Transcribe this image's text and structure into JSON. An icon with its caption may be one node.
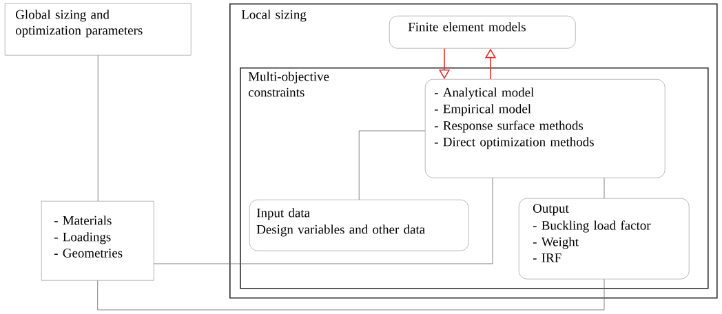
{
  "diagram": {
    "nodes": [
      {
        "text": [
          "Global sizing and optimization parameters"
        ]
      },
      {
        "text": [
          "Local sizing"
        ]
      },
      {
        "text": [
          "Finite element models"
        ],
        "in": 1
      },
      {
        "text": [
          "Multi-objective constraints"
        ],
        "in": 1
      },
      {
        "text": [
          "- Analytical model",
          "- Empirical model",
          "- Response surface methods",
          "- Direct optimization methods"
        ],
        "in": 3
      },
      {
        "text": [
          "Input data",
          "Design variables and other data"
        ],
        "in": 3
      },
      {
        "text": [
          "Output",
          "- Buckling load factor",
          "- Weight",
          "- IRF"
        ],
        "in": 3
      },
      {
        "text": [
          "- Materials",
          "- Loadings",
          "- Geometries"
        ]
      }
    ],
    "edges": [
      {
        "from": 0,
        "to": 7,
        "arrow": "none"
      },
      {
        "from": 2,
        "to": 4,
        "arrow": "to",
        "color": "#e03030"
      },
      {
        "from": 4,
        "to": 2,
        "arrow": "to",
        "color": "#e03030"
      },
      {
        "from": 4,
        "to": 5,
        "arrow": "none"
      },
      {
        "from": 7,
        "to": 4,
        "arrow": "none"
      },
      {
        "from": 4,
        "to": 6,
        "arrow": "none"
      },
      {
        "from": 7,
        "to": 6,
        "arrow": "none"
      }
    ]
  }
}
